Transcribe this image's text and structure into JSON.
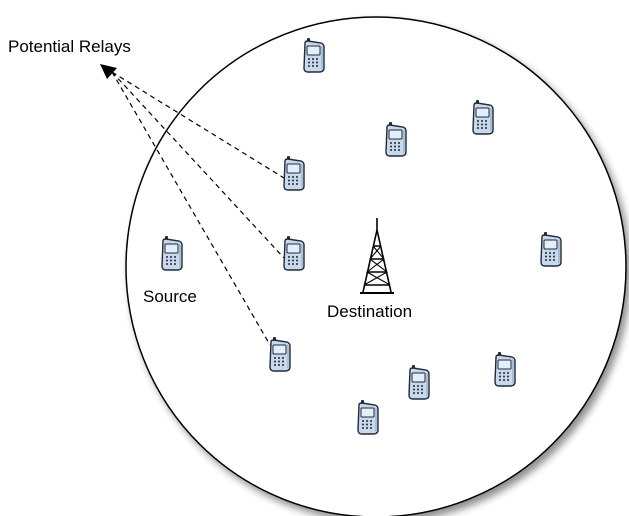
{
  "labels": {
    "potential_relays": "Potential Relays",
    "source": "Source",
    "destination": "Destination"
  },
  "icons": {
    "device": "mobile-phone-icon",
    "destination": "cell-tower-icon",
    "arrow": "arrowhead-icon"
  },
  "colors": {
    "circle_stroke": "#000000",
    "circle_shadow": "#bcbcbc",
    "phone_body": "#c9d8ea",
    "phone_screen": "#e4eef8",
    "line": "#000000"
  }
}
